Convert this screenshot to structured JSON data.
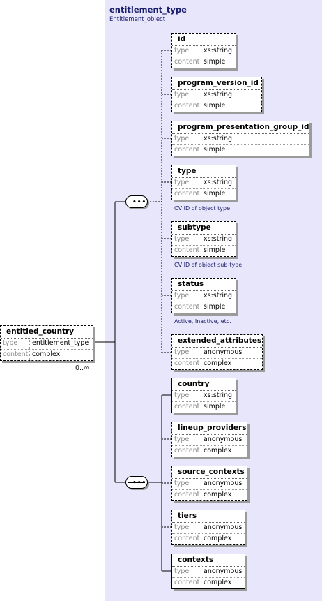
{
  "panel": {
    "title": "entitlement_type",
    "subtitle": "Entitlement_object"
  },
  "root": {
    "name": "entitled_country",
    "type_label": "type",
    "type_value": "entitlement_type",
    "content_label": "content",
    "content_value": "complex",
    "occurrence": "0..∞"
  },
  "group1": [
    {
      "name": "id",
      "type": "xs:string",
      "content": "simple",
      "note": ""
    },
    {
      "name": "program_version_id",
      "type": "xs:string",
      "content": "simple",
      "note": ""
    },
    {
      "name": "program_presentation_group_id",
      "type": "xs:string",
      "content": "simple",
      "note": ""
    },
    {
      "name": "type",
      "type": "xs:string",
      "content": "simple",
      "note": "CV ID of object type"
    },
    {
      "name": "subtype",
      "type": "xs:string",
      "content": "simple",
      "note": "CV ID of object sub-type"
    },
    {
      "name": "status",
      "type": "xs:string",
      "content": "simple",
      "note": "Active, Inactive, etc."
    },
    {
      "name": "extended_attributes",
      "type": "anonymous",
      "content": "complex",
      "note": ""
    }
  ],
  "group2": [
    {
      "name": "country",
      "type": "xs:string",
      "content": "simple"
    },
    {
      "name": "lineup_providers",
      "type": "anonymous",
      "content": "complex"
    },
    {
      "name": "source_contexts",
      "type": "anonymous",
      "content": "complex"
    },
    {
      "name": "tiers",
      "type": "anonymous",
      "content": "complex"
    },
    {
      "name": "contexts",
      "type": "anonymous",
      "content": "complex"
    }
  ],
  "labels": {
    "type": "type",
    "content": "content"
  }
}
